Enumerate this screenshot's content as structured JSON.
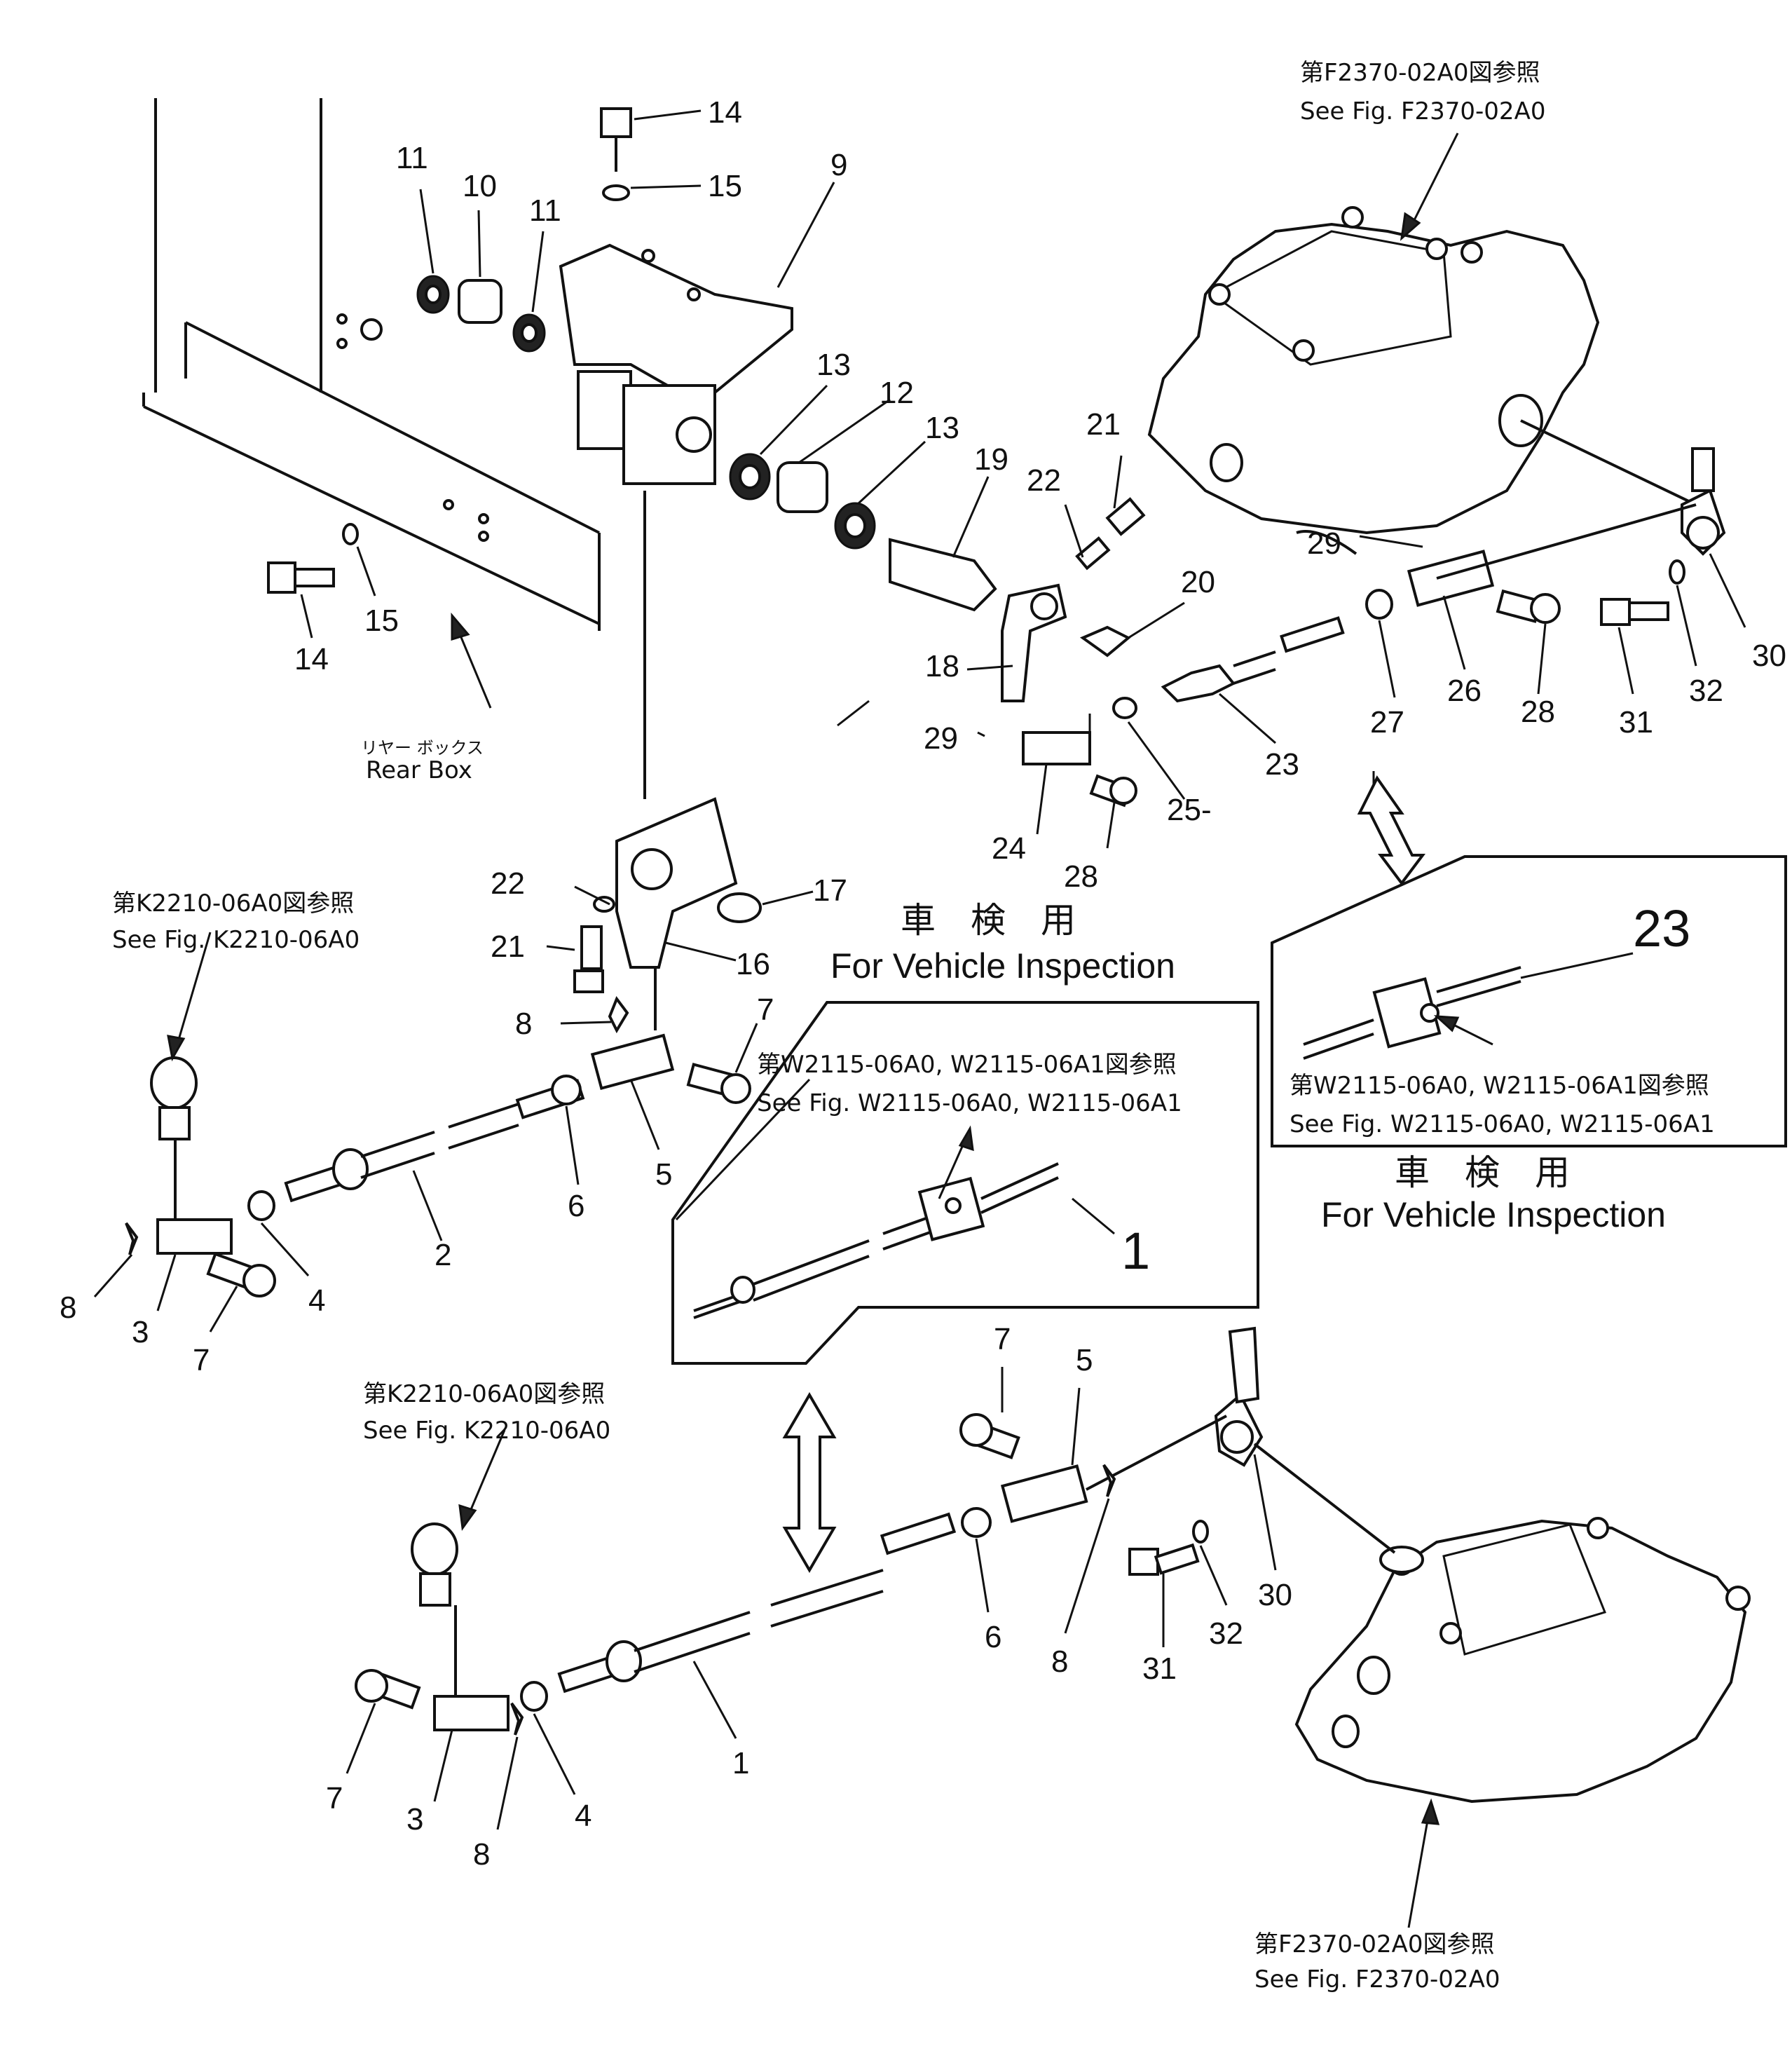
{
  "part_labels": [
    {
      "id": "p14a",
      "text": "14"
    },
    {
      "id": "p15a",
      "text": "15"
    },
    {
      "id": "p9",
      "text": "9"
    },
    {
      "id": "p11a",
      "text": "11"
    },
    {
      "id": "p10",
      "text": "10"
    },
    {
      "id": "p11b",
      "text": "11"
    },
    {
      "id": "p15b",
      "text": "15"
    },
    {
      "id": "p14b",
      "text": "14"
    },
    {
      "id": "p13a",
      "text": "13"
    },
    {
      "id": "p12",
      "text": "12"
    },
    {
      "id": "p13b",
      "text": "13"
    },
    {
      "id": "p19",
      "text": "19"
    },
    {
      "id": "p22a",
      "text": "22"
    },
    {
      "id": "p21a",
      "text": "21"
    },
    {
      "id": "p20",
      "text": "20"
    },
    {
      "id": "p18",
      "text": "18"
    },
    {
      "id": "p29a",
      "text": "29"
    },
    {
      "id": "p29b",
      "text": "29"
    },
    {
      "id": "p24",
      "text": "24"
    },
    {
      "id": "p28a",
      "text": "28"
    },
    {
      "id": "p25",
      "text": "25-"
    },
    {
      "id": "p23",
      "text": "23"
    },
    {
      "id": "p27",
      "text": "27"
    },
    {
      "id": "p26",
      "text": "26"
    },
    {
      "id": "p28b",
      "text": "28"
    },
    {
      "id": "p31a",
      "text": "31"
    },
    {
      "id": "p32a",
      "text": "32"
    },
    {
      "id": "p30a",
      "text": "30"
    },
    {
      "id": "p22b",
      "text": "22"
    },
    {
      "id": "p17",
      "text": "17"
    },
    {
      "id": "p21b",
      "text": "21"
    },
    {
      "id": "p16",
      "text": "16"
    },
    {
      "id": "p8a",
      "text": "8"
    },
    {
      "id": "p7a",
      "text": "7"
    },
    {
      "id": "p6a",
      "text": "6"
    },
    {
      "id": "p5a",
      "text": "5"
    },
    {
      "id": "p2",
      "text": "2"
    },
    {
      "id": "p4a",
      "text": "4"
    },
    {
      "id": "p8b",
      "text": "8"
    },
    {
      "id": "p3a",
      "text": "3"
    },
    {
      "id": "p7b",
      "text": "7"
    },
    {
      "id": "p7c",
      "text": "7"
    },
    {
      "id": "p5b",
      "text": "5"
    },
    {
      "id": "p6b",
      "text": "6"
    },
    {
      "id": "p8c",
      "text": "8"
    },
    {
      "id": "p31b",
      "text": "31"
    },
    {
      "id": "p32b",
      "text": "32"
    },
    {
      "id": "p30b",
      "text": "30"
    },
    {
      "id": "p1",
      "text": "1"
    },
    {
      "id": "p7d",
      "text": "7"
    },
    {
      "id": "p3b",
      "text": "3"
    },
    {
      "id": "p4b",
      "text": "4"
    },
    {
      "id": "p8d",
      "text": "8"
    }
  ],
  "references": {
    "top_right_jp": "第F2370-02A0図参照",
    "top_right_en": "See Fig. F2370-02A0",
    "left_jp": "第K2210-06A0図参照",
    "left_en": "See Fig. K2210-06A0",
    "bottom_left_jp": "第K2210-06A0図参照",
    "bottom_left_en": "See Fig. K2210-06A0",
    "bottom_right_jp": "第F2370-02A0図参照",
    "bottom_right_en": "See Fig. F2370-02A0",
    "rear_box_jp": "リヤー ボックス",
    "rear_box_en": "Rear Box"
  },
  "inset_left": {
    "title_jp": "車　検　用",
    "title_en": "For Vehicle Inspection",
    "ref_jp": "第W2115-06A0, W2115-06A1図参照",
    "ref_en": "See Fig. W2115-06A0, W2115-06A1",
    "part_number": "1"
  },
  "inset_right": {
    "title_jp": "車　検　用",
    "title_en": "For Vehicle Inspection",
    "ref_jp": "第W2115-06A0, W2115-06A1図参照",
    "ref_en": "See Fig. W2115-06A0, W2115-06A1",
    "part_number": "23"
  }
}
